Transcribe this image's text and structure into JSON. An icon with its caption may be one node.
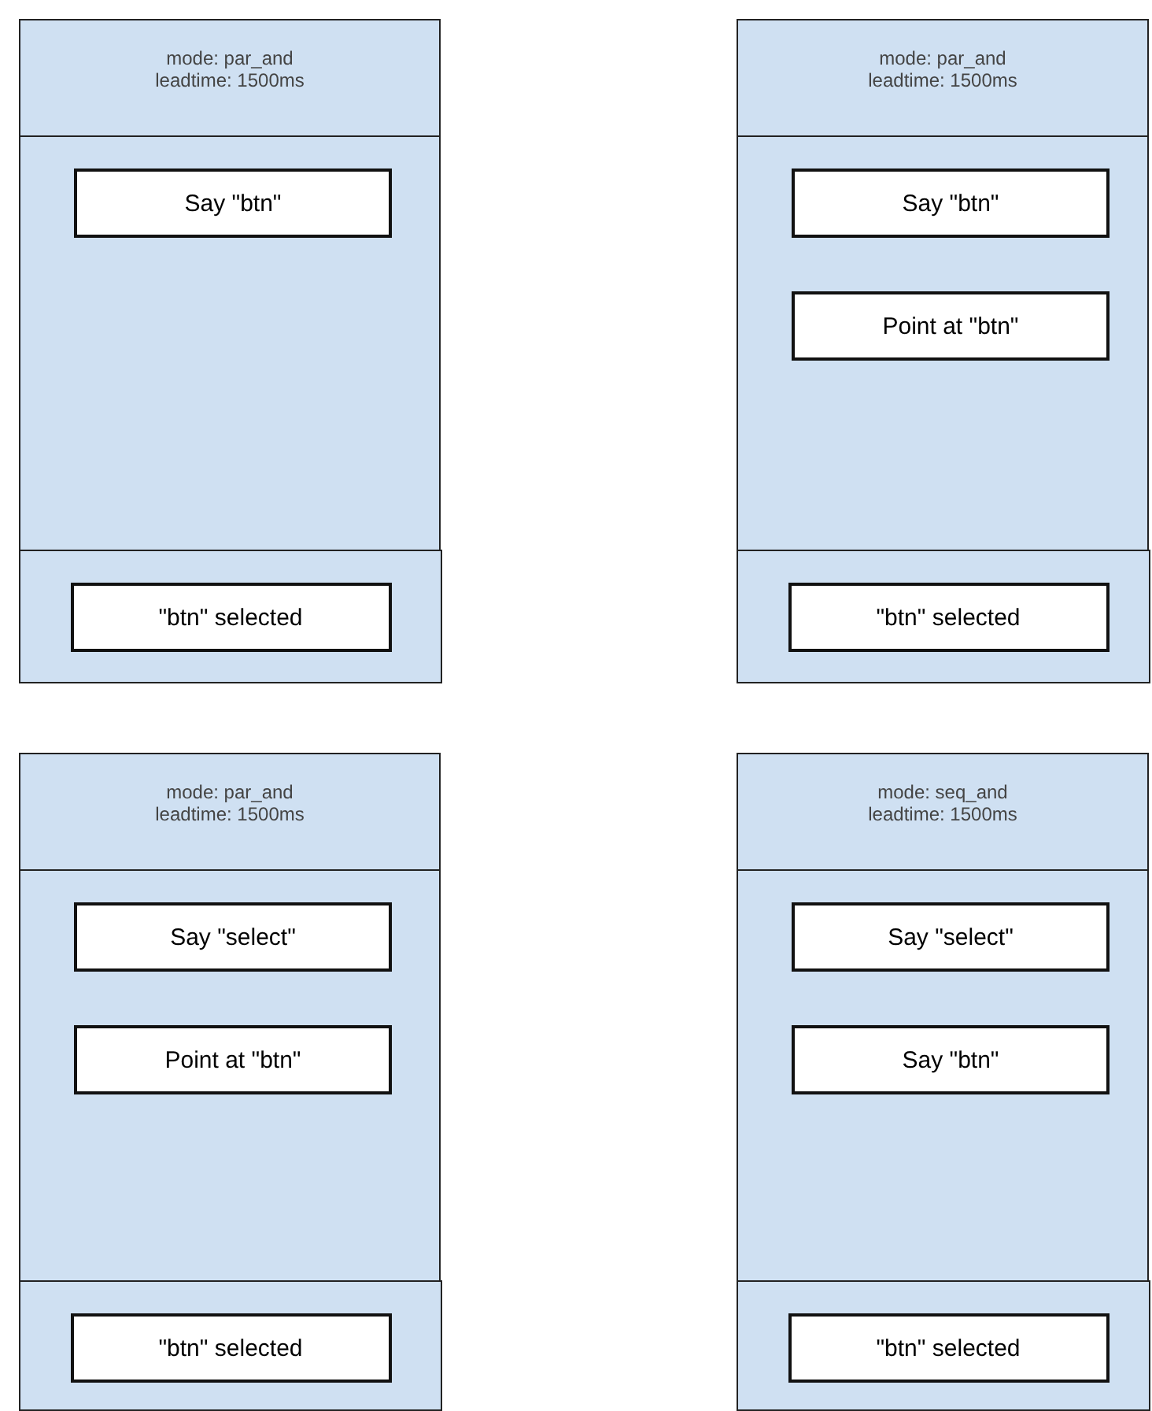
{
  "diagram": {
    "nodes": [
      {
        "text": [
          "mode: par_and leadtime: 1500ms"
        ]
      },
      {
        "text": [
          "Say \"btn\""
        ],
        "in": 0
      },
      {
        "text": [],
        "shape": "box",
        "in": 0
      },
      {
        "text": [
          "\"btn\" selected"
        ],
        "in": 2
      },
      {
        "text": [
          "mode: par_and leadtime: 1500ms"
        ]
      },
      {
        "text": [
          "Say \"btn\""
        ],
        "in": 4
      },
      {
        "text": [
          "Point at \"btn\""
        ],
        "in": 4
      },
      {
        "text": [],
        "shape": "box",
        "in": 4
      },
      {
        "text": [
          "\"btn\" selected"
        ],
        "in": 7
      },
      {
        "text": [
          "mode: par_and leadtime: 1500ms"
        ]
      },
      {
        "text": [
          "Say \"select\""
        ],
        "in": 9
      },
      {
        "text": [
          "Point at \"btn\""
        ],
        "in": 9
      },
      {
        "text": [],
        "shape": "box",
        "in": 9
      },
      {
        "text": [
          "\"btn\" selected"
        ],
        "in": 12
      },
      {
        "text": [
          "mode: seq_and leadtime: 1500ms"
        ]
      },
      {
        "text": [
          "Say \"select\""
        ],
        "in": 14
      },
      {
        "text": [
          "Say \"btn\""
        ],
        "in": 14
      },
      {
        "text": [],
        "shape": "box",
        "in": 14
      },
      {
        "text": [
          "\"btn\" selected"
        ],
        "in": 17
      }
    ],
    "edges": []
  }
}
